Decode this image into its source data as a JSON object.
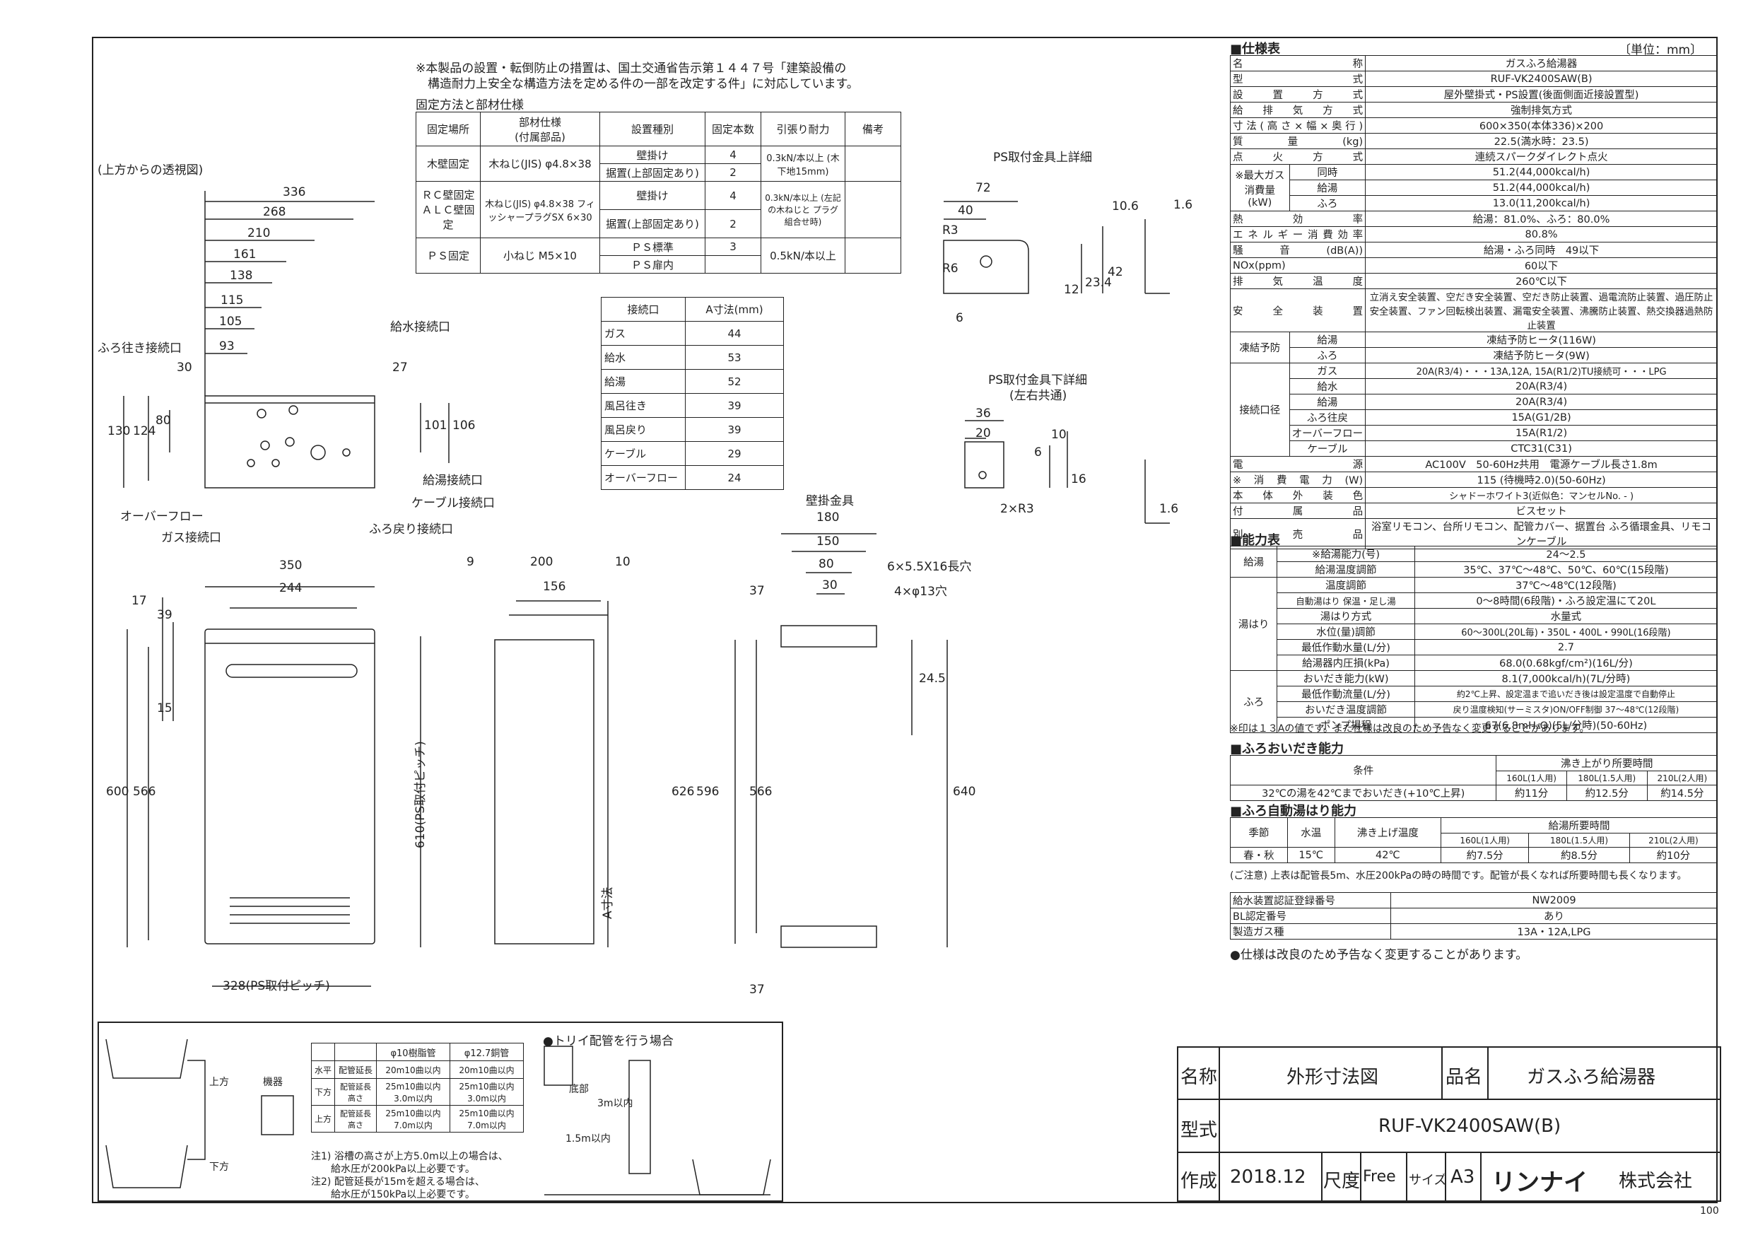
{
  "note_top": [
    "※本製品の設置・転倒防止の措置は、国土交通省告示第１４４７号「建築設備の",
    "　構造耐力上安全な構造方法を定める件の一部を改定する件」に対応しています。"
  ],
  "fix_title": "固定方法と部材仕様",
  "fix_table": {
    "headers": [
      "固定場所",
      "部材仕様\n(付属部品)",
      "設置種別",
      "固定本数",
      "引張り耐力",
      "備考"
    ],
    "rows": [
      [
        "木壁固定",
        "木ねじ(JIS) φ4.8×38",
        "壁掛け",
        "4",
        "0.3kN/本以上 (木下地15mm)",
        ""
      ],
      [
        "",
        "",
        "据置(上部固定あり)",
        "2",
        "",
        ""
      ],
      [
        "ＲＣ壁固定 ＡＬＣ壁固定",
        "木ねじ(JIS) φ4.8×38 フィッシャープラグSX 6×30",
        "壁掛け",
        "4",
        "0.3kN/本以上 (左記の木ねじと プラグ組合せ時)",
        ""
      ],
      [
        "",
        "",
        "据置(上部固定あり)",
        "2",
        "",
        ""
      ],
      [
        "ＰＳ固定",
        "小ねじ M5×10",
        "ＰＳ標準",
        "3",
        "0.5kN/本以上",
        ""
      ],
      [
        "",
        "",
        "ＰＳ扉内",
        "",
        "",
        ""
      ]
    ]
  },
  "conn_table": {
    "headers": [
      "接続口",
      "A寸法(mm)"
    ],
    "rows": [
      [
        "ガス",
        "44"
      ],
      [
        "給水",
        "53"
      ],
      [
        "給湯",
        "52"
      ],
      [
        "風呂往き",
        "39"
      ],
      [
        "風呂戻り",
        "39"
      ],
      [
        "ケーブル",
        "29"
      ],
      [
        "オーバーフロー",
        "24"
      ]
    ]
  },
  "top_view": {
    "title": "(上方からの透視図)",
    "dims": [
      "336",
      "268",
      "210",
      "161",
      "138",
      "115",
      "105",
      "93",
      "30",
      "27",
      "130",
      "124",
      "80",
      "101",
      "106"
    ],
    "labels": [
      "ふろ往き接続口",
      "給水接続口",
      "給湯接続口",
      "ケーブル接続口",
      "ふろ戻り接続口",
      "オーバーフロー",
      "ガス接続口"
    ]
  },
  "ps_upper": {
    "title": "PS取付金具上詳細",
    "dims": [
      "72",
      "40",
      "R3",
      "R6",
      "10.6",
      "42",
      "23.4",
      "12",
      "6",
      "1.6"
    ]
  },
  "ps_lower": {
    "title": "PS取付金具下詳細",
    "subtitle": "(左右共通)",
    "dims": [
      "36",
      "20",
      "6",
      "10",
      "16",
      "2×R3",
      "1.6"
    ]
  },
  "front_view": {
    "dims": [
      "350",
      "244",
      "17",
      "39",
      "15",
      "600",
      "566",
      "610(PS取付ピッチ)",
      "328(PS取付ピッチ)"
    ]
  },
  "side_view": {
    "dims": [
      "9",
      "200",
      "10",
      "156",
      "A寸法"
    ]
  },
  "bracket": {
    "title": "壁掛金具",
    "dims": [
      "180",
      "150",
      "80",
      "30",
      "37",
      "626",
      "596",
      "566",
      "24.5",
      "640",
      "37"
    ],
    "notes": [
      "6×5.5X16長穴",
      "4×φ13穴"
    ]
  },
  "spec": {
    "title": "■仕様表",
    "unit": "〔単位：mm〕",
    "rows": [
      [
        "名称",
        "",
        "ガスふろ給湯器"
      ],
      [
        "型式",
        "",
        "RUF-VK2400SAW(B)"
      ],
      [
        "設置方式",
        "",
        "屋外壁掛式・PS設置(後面側面近接設置型)"
      ],
      [
        "給排気方式",
        "",
        "強制排気方式"
      ],
      [
        "寸法(高さ×幅×奥行)",
        "",
        "600×350(本体336)×200"
      ],
      [
        "質量(kg)",
        "",
        "22.5(満水時：23.5)"
      ],
      [
        "点火方式",
        "",
        "連続スパークダイレクト点火"
      ],
      [
        "※最大ガス消費量(kW)",
        "同時",
        "51.2(44,000kcal/h)"
      ],
      [
        "",
        "給湯",
        "51.2(44,000kcal/h)"
      ],
      [
        "",
        "ふろ",
        "13.0(11,200kcal/h)"
      ],
      [
        "熱効率",
        "",
        "給湯：81.0%、ふろ：80.0%"
      ],
      [
        "エネルギー消費効率",
        "",
        "80.8%"
      ],
      [
        "騒音(dB(A))",
        "",
        "給湯・ふろ同時　49以下"
      ],
      [
        "NOx(ppm)",
        "",
        "60以下"
      ],
      [
        "排気温度",
        "",
        "260℃以下"
      ],
      [
        "安全装置",
        "",
        "立消え安全装置、空だき安全装置、空だき防止装置、過電流防止装置、過圧防止安全装置、ファン回転検出装置、漏電安全装置、沸騰防止装置、熱交換器過熱防止装置"
      ],
      [
        "凍結予防",
        "給湯",
        "凍結予防ヒータ(116W)"
      ],
      [
        "",
        "ふろ",
        "凍結予防ヒータ(9W)"
      ],
      [
        "接続口径",
        "ガス",
        "20A(R3/4)・・・13A,12A, 15A(R1/2)TU接続可・・・LPG"
      ],
      [
        "",
        "給水",
        "20A(R3/4)"
      ],
      [
        "",
        "給湯",
        "20A(R3/4)"
      ],
      [
        "",
        "ふろ往戻",
        "15A(G1/2B)"
      ],
      [
        "",
        "オーバーフロー",
        "15A(R1/2)"
      ],
      [
        "",
        "ケーブル",
        "CTC31(C31)"
      ],
      [
        "電源",
        "",
        "AC100V　50-60Hz共用　電源ケーブル長さ1.8m"
      ],
      [
        "※消費電力(W)",
        "",
        "115 (待機時2.0)(50-60Hz)"
      ],
      [
        "本体外装色",
        "",
        "シャドーホワイト3(近似色：マンセルNo. - )"
      ],
      [
        "付属品",
        "",
        "ビスセット"
      ],
      [
        "別売品",
        "",
        "浴室リモコン、台所リモコン、配管カバー、据置台 ふろ循環金具、リモコンケーブル"
      ]
    ]
  },
  "perf": {
    "title": "■能力表",
    "rows": [
      [
        "給湯",
        "※給湯能力(号)",
        "24～2.5"
      ],
      [
        "",
        "給湯温度調節",
        "35℃、37℃～48℃、50℃、60℃(15段階)"
      ],
      [
        "湯はり",
        "温度調節",
        "37℃～48℃(12段階)"
      ],
      [
        "",
        "自動湯はり 保温・足し湯",
        "0～8時間(6段階)・ふろ設定温にて20L"
      ],
      [
        "",
        "湯はり方式",
        "水量式"
      ],
      [
        "",
        "水位(量)調節",
        "60～300L(20L毎)・350L・400L・990L(16段階)"
      ],
      [
        "",
        "最低作動水量(L/分)",
        "2.7"
      ],
      [
        "",
        "給湯器内圧損(kPa)",
        "68.0(0.68kgf/cm²)(16L/分)"
      ],
      [
        "ふろ",
        "おいだき能力(kW)",
        "8.1(7,000kcal/h)(7L/分時)"
      ],
      [
        "",
        "最低作動流量(L/分)",
        "約2℃上昇、設定温まで追いだき後は設定温度で自動停止"
      ],
      [
        "",
        "おいだき温度調節",
        "戻り温度検知(サーミスタ)ON/OFF制御 37～48℃(12段階)"
      ],
      [
        "",
        "ポンプ揚程",
        "67(6.8mH₂O)(5L/分時)(50-60Hz)"
      ]
    ],
    "note": "※印は１３Aの値です。また仕様は改良のため予告なく変更することがあります。"
  },
  "oidaki": {
    "title": "■ふろおいだき能力",
    "headers": [
      "条件",
      "沸き上がり所要時間",
      "160L(1人用)",
      "180L(1.5人用)",
      "210L(2人用)"
    ],
    "row": [
      "32℃の湯を42℃までおいだき(+10℃上昇)",
      "約11分",
      "約12.5分",
      "約14.5分"
    ]
  },
  "yuhari": {
    "title": "■ふろ自動湯はり能力",
    "headers": [
      "季節",
      "水温",
      "沸き上げ温度",
      "給湯所要時間",
      "160L(1人用)",
      "180L(1.5人用)",
      "210L(2人用)"
    ],
    "row": [
      "春・秋",
      "15℃",
      "42℃",
      "約7.5分",
      "約8.5分",
      "約10分"
    ],
    "note": "(ご注意) 上表は配管長5m、水圧200kPaの時の時間です。配管が長くなれば所要時間も長くなります。"
  },
  "cert": [
    [
      "給水装置認証登録番号",
      "NW2009"
    ],
    [
      "BL認定番号",
      "あり"
    ],
    [
      "製造ガス種",
      "13A・12A,LPG"
    ]
  ],
  "cert_note": "●仕様は改良のため予告なく変更することがあります。",
  "piping": {
    "table_headers": [
      "",
      "",
      "φ10樹脂管",
      "φ12.7銅管"
    ],
    "table_rows": [
      [
        "水平",
        "配管延長",
        "20m10曲以内",
        "20m10曲以内"
      ],
      [
        "下方",
        "配管延長 高さ",
        "25m10曲以内 3.0m以内",
        "25m10曲以内 3.0m以内"
      ],
      [
        "上方",
        "配管延長 高さ",
        "25m10曲以内 7.0m以内",
        "25m10曲以内 7.0m以内"
      ]
    ],
    "notes": [
      "注1) 浴槽の高さが上方5.0m以上の場合は、",
      "　　給水圧が200kPa以上必要です。",
      "注2) 配管延長が15mを超える場合は、",
      "　　給水圧が150kPa以上必要です。"
    ],
    "labels": [
      "上方",
      "下方",
      "機器",
      "底部",
      "3m以内",
      "1.5m以内"
    ],
    "trap_title": "●トリイ配管を行う場合"
  },
  "title_block": {
    "name_label": "名称",
    "name_value": "外形寸法図",
    "product_label": "品名",
    "product_value": "ガスふろ給湯器",
    "model_label": "型式",
    "model_value": "RUF-VK2400SAW(B)",
    "made_label": "作成",
    "made_value": "2018.12",
    "scale_label": "尺度",
    "scale_value": "Free",
    "size_label": "サイズ",
    "size_value": "A3",
    "company": "リンナイ",
    "company_suffix": "株式会社"
  },
  "page_number": "100"
}
